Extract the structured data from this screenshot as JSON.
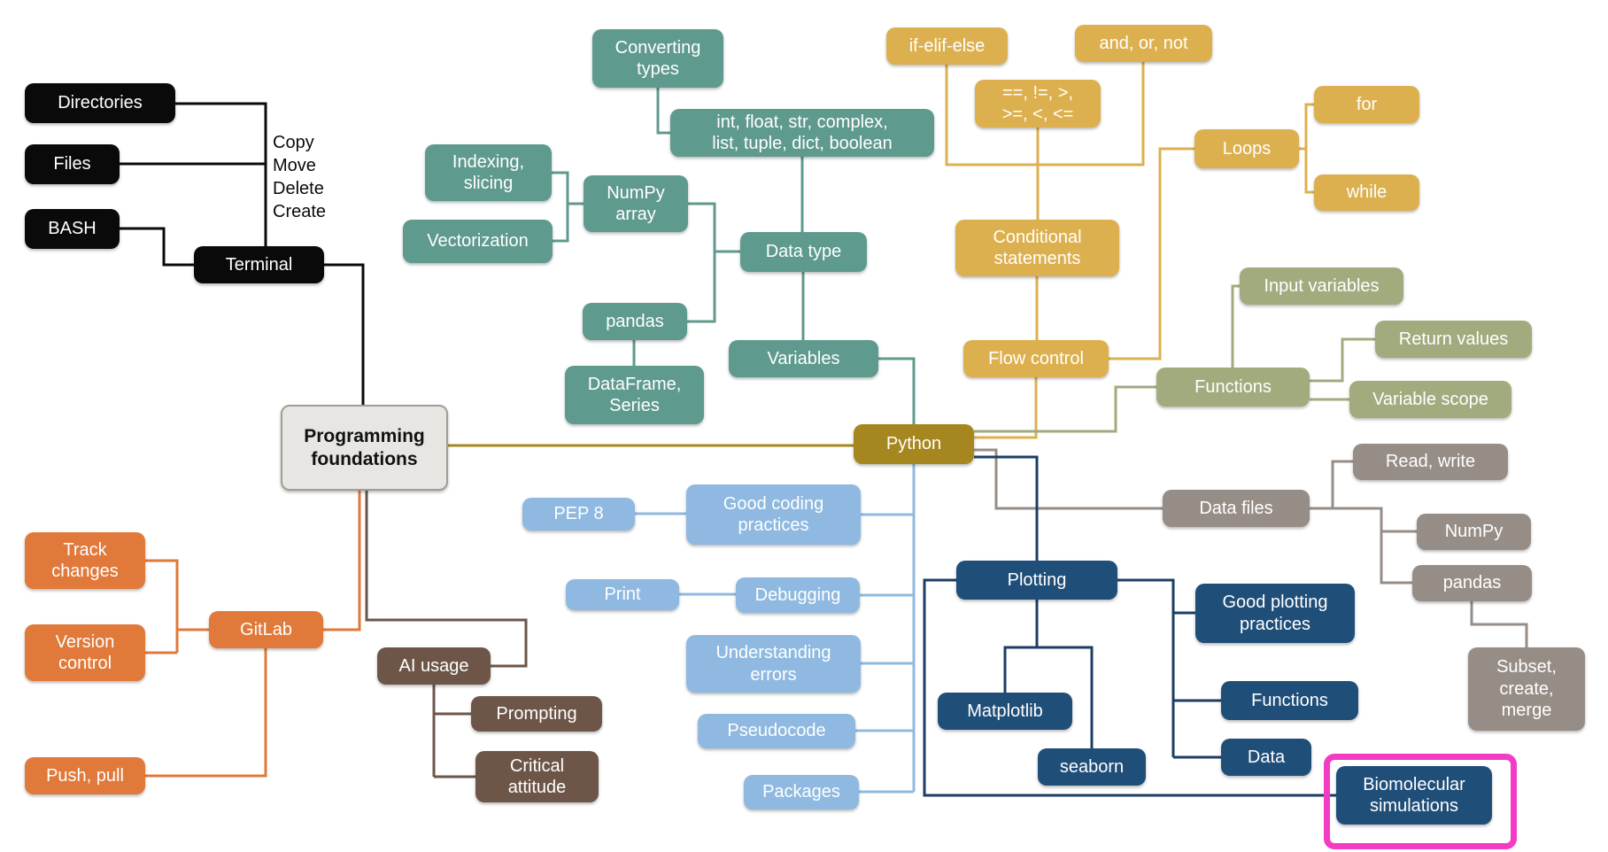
{
  "palette": {
    "black": "#0a0a0a",
    "teal": "#5f9a8e",
    "gold": "#ddb04f",
    "dark_gold": "#a6871f",
    "olive": "#a2ab7e",
    "taupe": "#978d87",
    "light_blue": "#8fb9e0",
    "navy": "#1f4e79",
    "edge_navy": "#1d3d66",
    "orange": "#e0793a",
    "brown": "#6d5648",
    "gray_node_bg": "#e8e6e2",
    "highlight": "#f23cc4"
  },
  "nodes": {
    "directories": "Directories",
    "files": "Files",
    "bash": "BASH",
    "terminal": "Terminal",
    "terminal_ops": "Copy\nMove\nDelete\nCreate",
    "prog_foundations": "Programming\nfoundations",
    "converting_types": "Converting\ntypes",
    "py_types": "int, float, str, complex,\nlist, tuple, dict, boolean",
    "indexing_slicing": "Indexing,\nslicing",
    "numpy_array": "NumPy\narray",
    "vectorization": "Vectorization",
    "data_type": "Data type",
    "pandas_teal": "pandas",
    "dataframe_series": "DataFrame,\nSeries",
    "variables": "Variables",
    "if_elif_else": "if-elif-else",
    "and_or_not": "and, or, not",
    "comparison_ops": "==, !=, >,\n>=, <, <=",
    "for_loop": "for",
    "loops": "Loops",
    "while_loop": "while",
    "conditional_statements": "Conditional\nstatements",
    "flow_control": "Flow control",
    "python": "Python",
    "input_variables": "Input variables",
    "return_values": "Return values",
    "functions_olive": "Functions",
    "variable_scope": "Variable scope",
    "read_write": "Read, write",
    "data_files": "Data files",
    "numpy_taupe": "NumPy",
    "pandas_taupe": "pandas",
    "subset_create_merge": "Subset,\ncreate,\nmerge",
    "pep8": "PEP 8",
    "good_coding": "Good coding\npractices",
    "print_node": "Print",
    "debugging": "Debugging",
    "understanding_errors": "Understanding\nerrors",
    "pseudocode": "Pseudocode",
    "packages": "Packages",
    "plotting": "Plotting",
    "good_plotting": "Good plotting\npractices",
    "matplotlib": "Matplotlib",
    "seaborn": "seaborn",
    "functions_navy": "Functions",
    "data_node": "Data",
    "biomolecular": "Biomolecular\nsimulations",
    "track_changes": "Track\nchanges",
    "version_control": "Version\ncontrol",
    "gitlab": "GitLab",
    "push_pull": "Push, pull",
    "ai_usage": "AI usage",
    "prompting": "Prompting",
    "critical_attitude": "Critical\nattitude"
  }
}
